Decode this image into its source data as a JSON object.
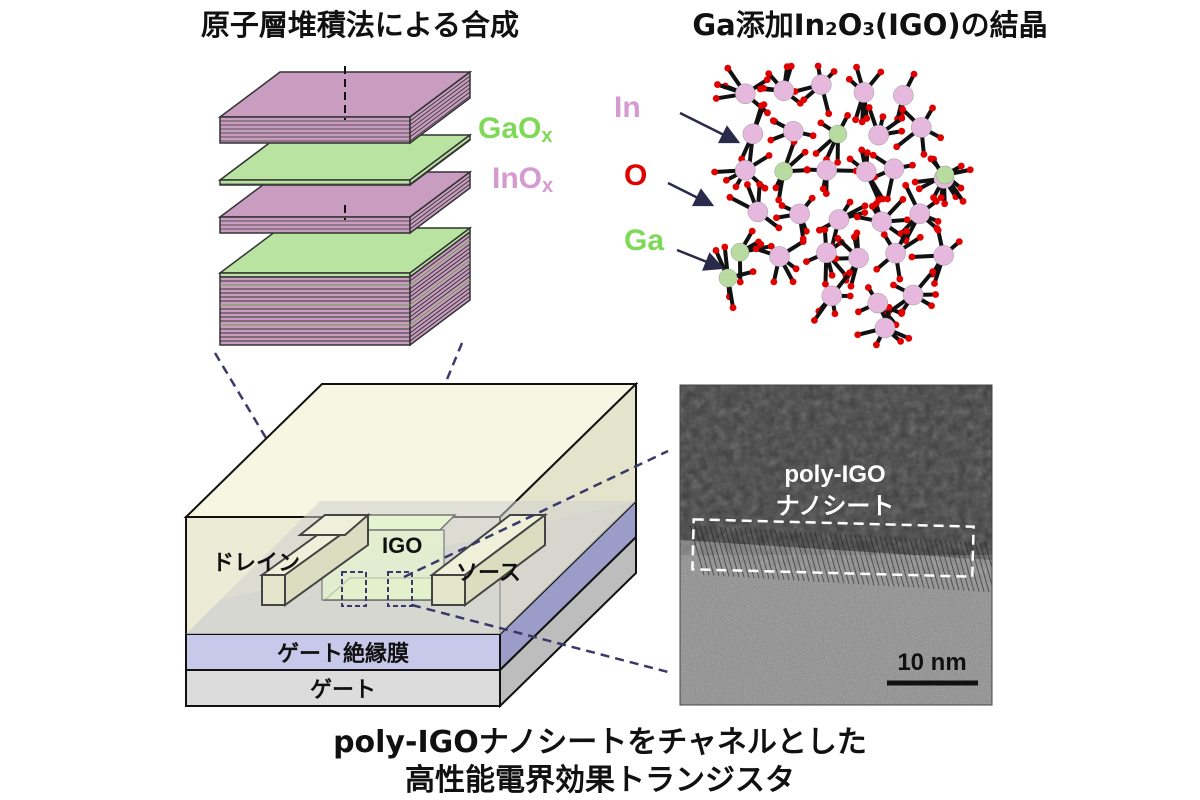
{
  "titles": {
    "left": "原子層堆積法による合成",
    "right_prefix": "Ga添加In",
    "right_sub2": "2",
    "right_mid": "O",
    "right_sub3": "3",
    "right_suffix": "(IGO)の結晶"
  },
  "layers": {
    "gaox_main": "GaO",
    "gaox_sub": "x",
    "inox_main": "InO",
    "inox_sub": "x"
  },
  "crystal": {
    "in_label": "In",
    "o_label": "O",
    "ga_label": "Ga"
  },
  "device": {
    "drain": "ドレイン",
    "channel": "IGO",
    "source": "ソース",
    "gate_insulator": "ゲート絶縁膜",
    "gate": "ゲート"
  },
  "tem": {
    "label_line1": "poly-IGO",
    "label_line2": "ナノシート",
    "scale_bar": "10 nm"
  },
  "caption": {
    "line1": "poly-IGOナノシートをチャネルとした",
    "line2": "高性能電界効果トランジスタ"
  },
  "colors": {
    "inox_layer": "#c89dc0",
    "gaox_layer": "#b9e3a0",
    "in_atom": "#e6b8de",
    "o_atom": "#e00000",
    "ga_atom": "#b8dca0",
    "gaox_text": "#7ed957",
    "inox_text": "#d59ad0",
    "gate_insulator": "#c8c8ea",
    "gate": "#d8d8d8"
  }
}
